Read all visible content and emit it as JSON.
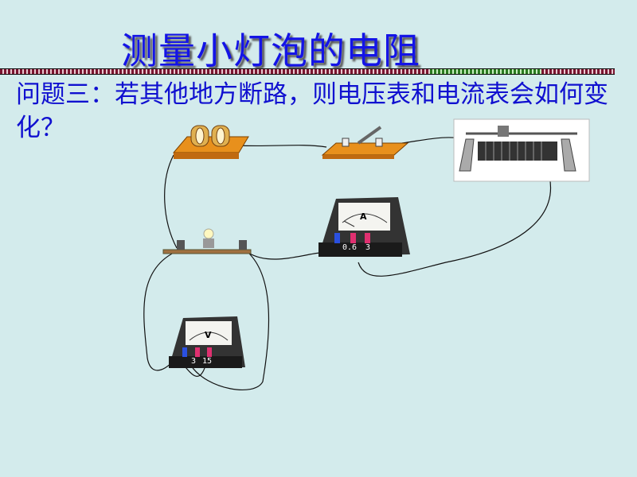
{
  "slide": {
    "title": "测量小灯泡的电阻",
    "question": "问题三：若其他地方断路，则电压表和电流表会如何变化？"
  },
  "ammeter": {
    "symbol": "A",
    "terminals": [
      "0.6",
      "3"
    ]
  },
  "voltmeter": {
    "symbol": "V",
    "terminals": [
      "3",
      "15"
    ]
  },
  "colors": {
    "title": "#1414e6",
    "text": "#1010d0",
    "background": "#d3ebec"
  }
}
